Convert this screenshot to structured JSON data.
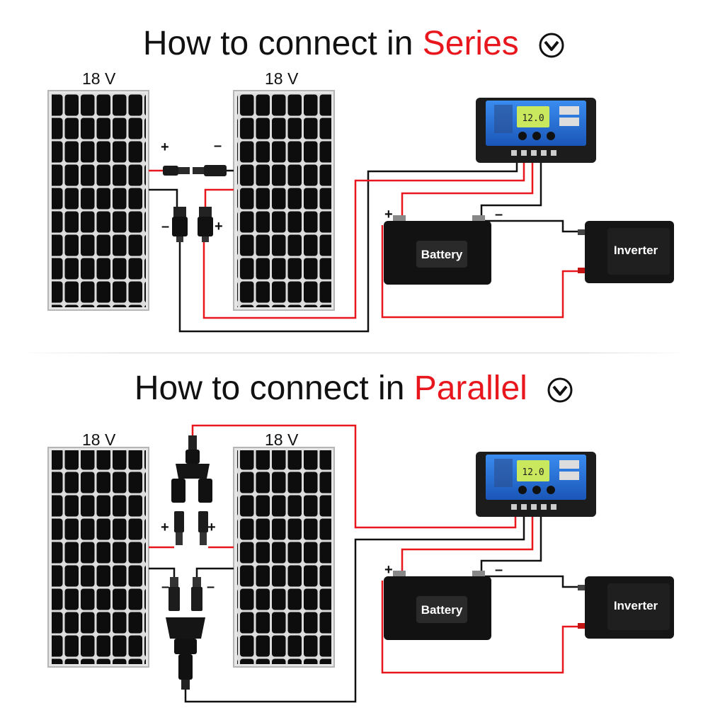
{
  "series": {
    "title_prefix": "How to connect in ",
    "title_highlight": "Series",
    "panel_left_voltage": "18 V",
    "panel_right_voltage": "18 V",
    "plus_top": "+",
    "minus_top": "–",
    "minus_low": "–",
    "plus_low": "+",
    "battery_plus": "+",
    "battery_minus": "–",
    "battery_label": "Battery",
    "inverter_label": "Inverter",
    "lcd_value": "12.0"
  },
  "parallel": {
    "title_prefix": "How to connect in ",
    "title_highlight": "Parallel",
    "panel_left_voltage": "18 V",
    "panel_right_voltage": "18 V",
    "plus_left": "+",
    "plus_right": "+",
    "minus_left": "–",
    "minus_right": "–",
    "battery_plus": "+",
    "battery_minus": "–",
    "battery_label": "Battery",
    "inverter_label": "Inverter",
    "lcd_value": "12.0"
  },
  "colors": {
    "positive_wire": "#e8171e",
    "negative_wire": "#111111",
    "highlight_text": "#e8171e",
    "controller_blue": "#1f6fd6"
  },
  "icons": [
    "chevron-down-circle-icon",
    "solar-panel",
    "charge-controller",
    "battery",
    "inverter",
    "mc4-connector",
    "branch-connector"
  ]
}
